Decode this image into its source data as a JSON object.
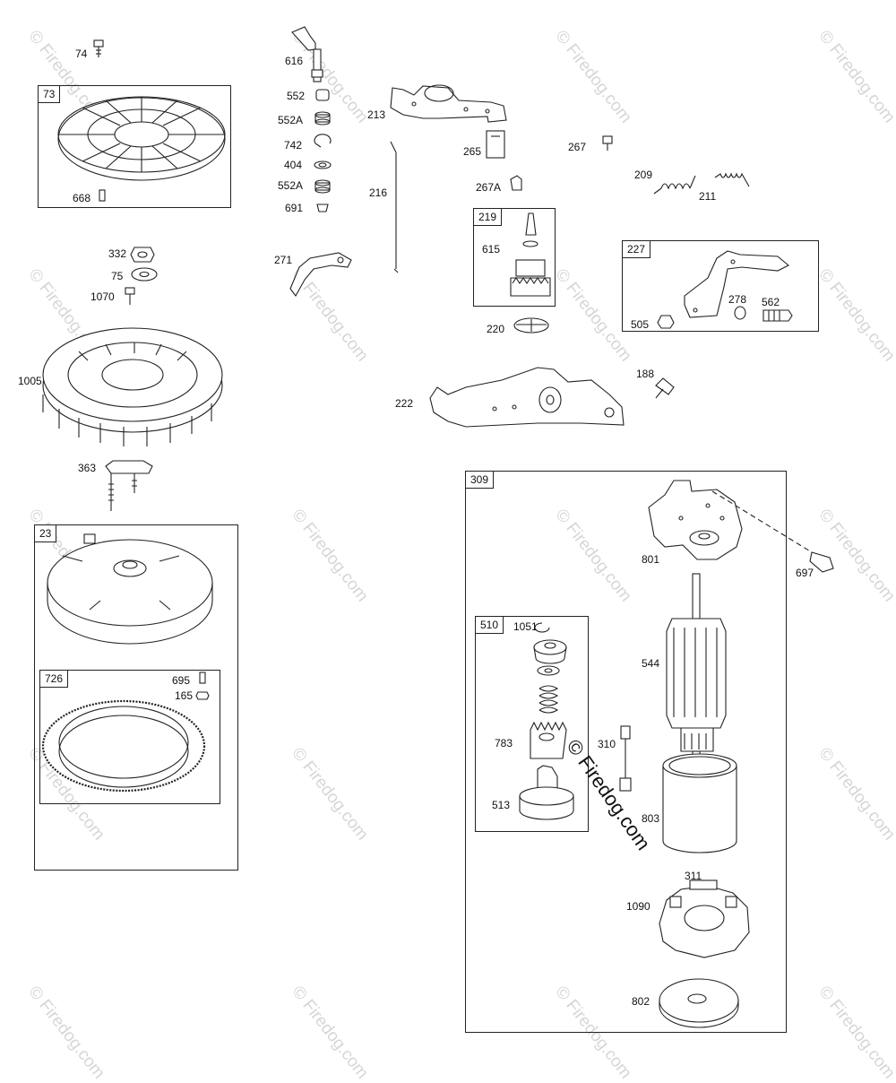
{
  "watermark": {
    "text": "© Firedog.com",
    "center_text": "© Firedog.com"
  },
  "boxes": {
    "b73": "73",
    "b219": "219",
    "b227": "227",
    "b23": "23",
    "b726": "726",
    "b309": "309",
    "b510": "510"
  },
  "parts": {
    "p74": "74",
    "p616": "616",
    "p552": "552",
    "p552A_1": "552A",
    "p742": "742",
    "p404": "404",
    "p552A_2": "552A",
    "p691": "691",
    "p213": "213",
    "p265": "265",
    "p267": "267",
    "p216": "216",
    "p267A": "267A",
    "p209": "209",
    "p211": "211",
    "p668": "668",
    "p332": "332",
    "p75": "75",
    "p1070": "1070",
    "p271": "271",
    "p615": "615",
    "p220": "220",
    "p505": "505",
    "p278": "278",
    "p562": "562",
    "p188": "188",
    "p1005": "1005",
    "p222": "222",
    "p363": "363",
    "p801": "801",
    "p697": "697",
    "p1051": "1051",
    "p544": "544",
    "p695": "695",
    "p165": "165",
    "p783": "783",
    "p310": "310",
    "p513": "513",
    "p803": "803",
    "p311": "311",
    "p1090": "1090",
    "p802": "802"
  }
}
